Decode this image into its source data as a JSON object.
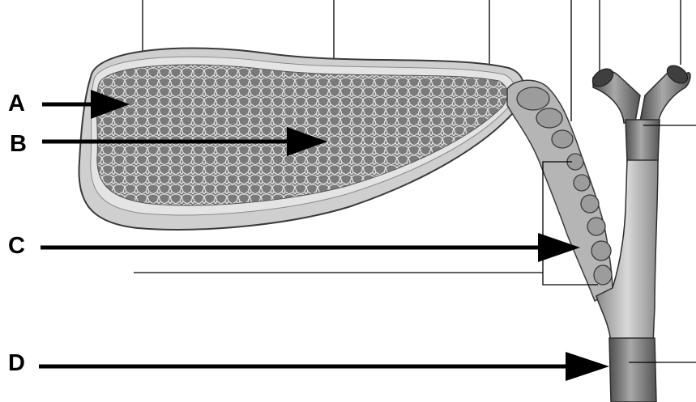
{
  "diagram": {
    "labels": [
      {
        "id": "a",
        "text": "A"
      },
      {
        "id": "b",
        "text": "B"
      },
      {
        "id": "c",
        "text": "C"
      },
      {
        "id": "d",
        "text": "D"
      }
    ],
    "colors": {
      "outline": "#3a3a3a",
      "wall": "#cfcfcf",
      "mucosa": "#6e6e6e",
      "duct_light": "#bdbdbd",
      "duct_dark": "#5f5f5f",
      "arrow": "#000000",
      "leader": "#000000"
    }
  }
}
